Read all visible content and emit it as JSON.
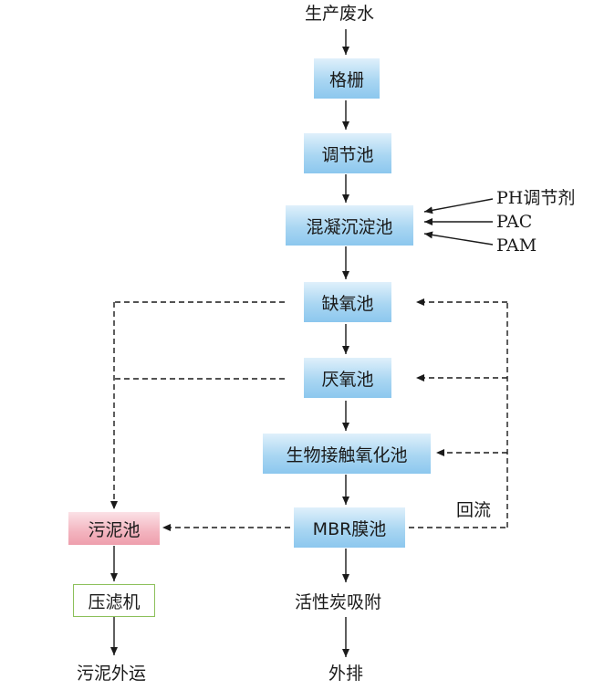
{
  "nodes": {
    "source": "生产废水",
    "grille": "格栅",
    "regulating_tank": "调节池",
    "coag_sed_tank": "混凝沉淀池",
    "anoxic_tank": "缺氧池",
    "anaerobic_tank": "厌氧池",
    "bio_contact_tank": "生物接触氧化池",
    "mbr_tank": "MBR膜池",
    "activated_carbon": "活性炭吸附",
    "discharge": "外排",
    "sludge_tank": "污泥池",
    "filter_press": "压滤机",
    "sludge_out": "污泥外运"
  },
  "chemicals": {
    "ph": "PH调节剂",
    "pac": "PAC",
    "pam": "PAM"
  },
  "edge_labels": {
    "reflux": "回流"
  }
}
